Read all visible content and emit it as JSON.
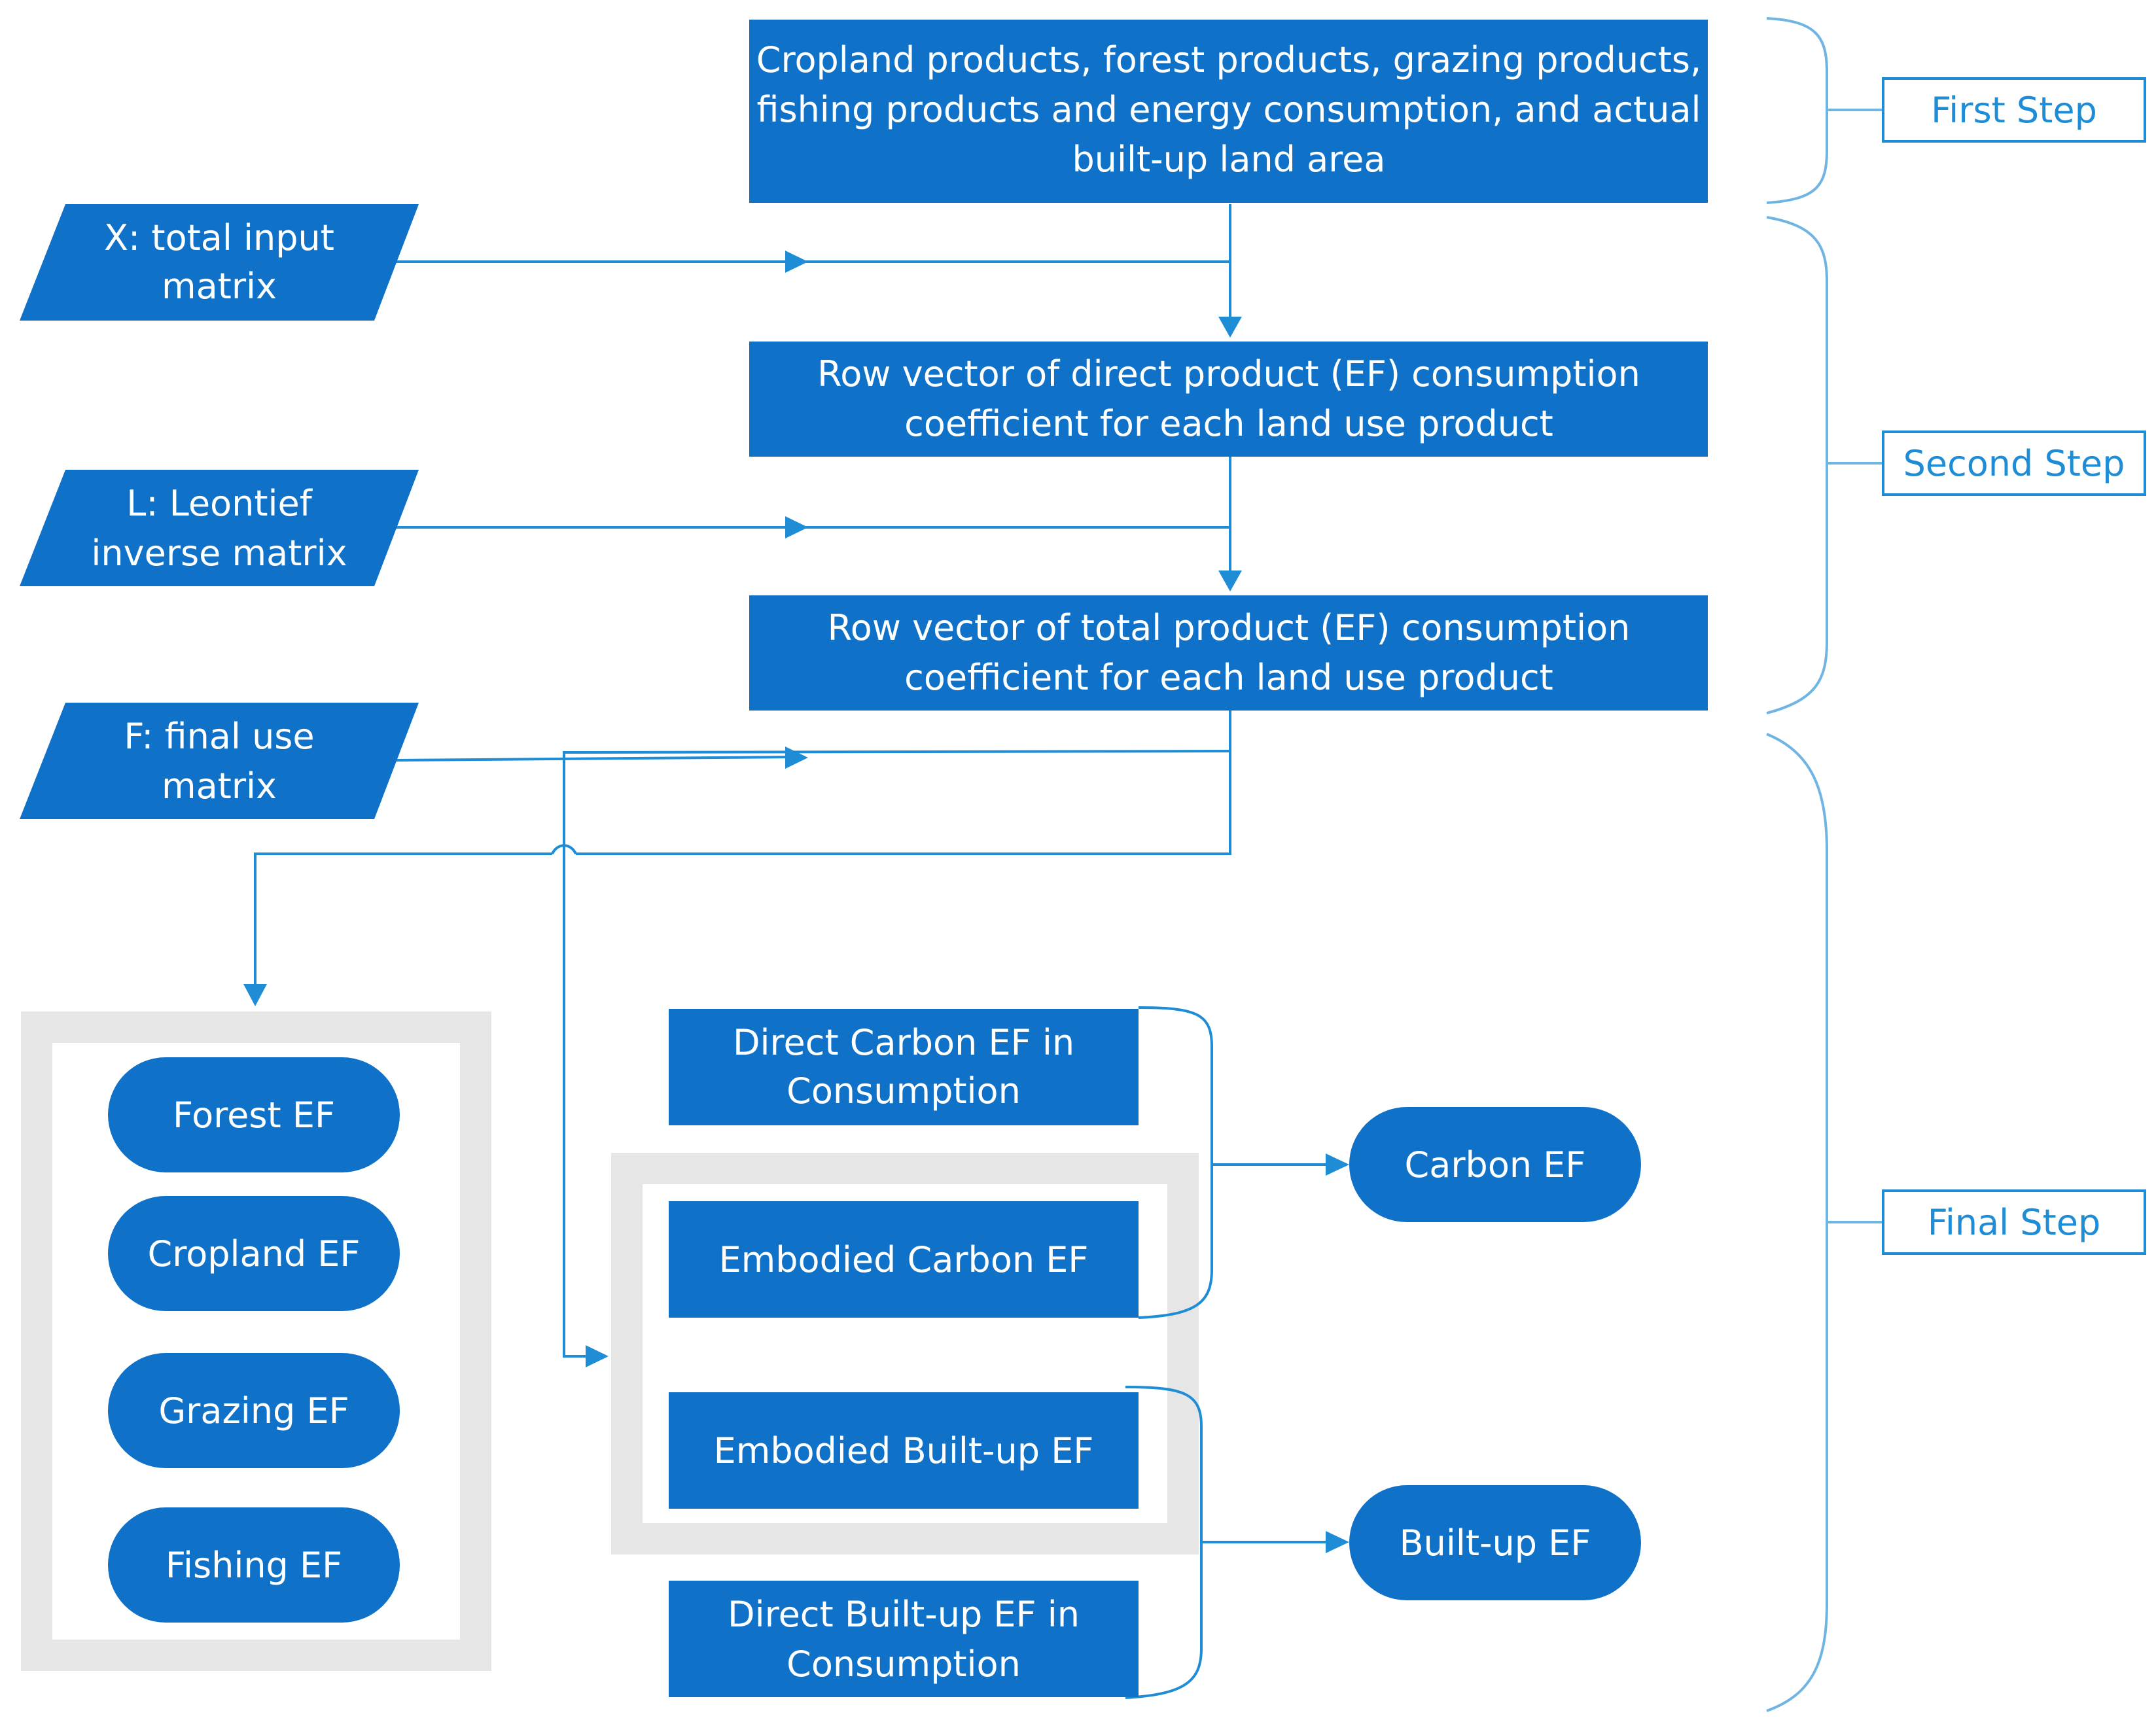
{
  "boxes": {
    "source": [
      "Cropland products, forest products, grazing products,",
      "fishing products and energy consumption, and actual",
      "built-up land area"
    ],
    "direct_row": [
      "Row vector of direct product (EF) consumption",
      "coefficient  for each land use product"
    ],
    "total_row": [
      "Row vector of total  product (EF) consumption",
      "coefficient  for each land use product"
    ],
    "direct_carbon": [
      "Direct Carbon EF in",
      "Consumption"
    ],
    "embodied_carbon": [
      "Embodied Carbon EF"
    ],
    "embodied_builtup": [
      "Embodied Built-up EF"
    ],
    "direct_builtup": [
      "Direct Built-up EF in",
      "Consumption"
    ]
  },
  "inputs": {
    "x_matrix": [
      "X: total input",
      "matrix"
    ],
    "l_matrix": [
      "L: Leontief",
      "inverse matrix"
    ],
    "f_matrix": [
      "F: final use",
      "matrix"
    ]
  },
  "land_types": [
    "Forest EF",
    "Cropland EF",
    "Grazing EF",
    "Fishing EF"
  ],
  "results": {
    "carbon": "Carbon EF",
    "builtup": "Built-up EF"
  },
  "steps": {
    "first": "First Step",
    "second": "Second Step",
    "final": "Final Step"
  },
  "colors": {
    "node_fill": "#0f72c8",
    "connector": "#1f8dd6",
    "brace": "#6fb4e3",
    "group_frame": "#e6e6e6"
  }
}
